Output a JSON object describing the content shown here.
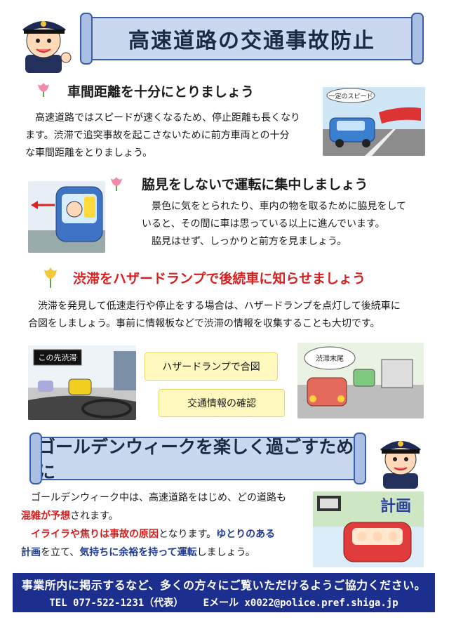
{
  "title": "高速道路の交通事故防止",
  "sections": [
    {
      "heading": "車間距離を十分にとりましょう",
      "lines": [
        "高速道路ではスピードが速くなるため、停止距離も長くなり",
        "ます。渋滞で追突事故を起こさないために前方車両との十分",
        "な車間距離をとりましょう。"
      ],
      "sign_text": "一定のスピード"
    },
    {
      "heading": "脇見をしないで運転に集中しましょう",
      "lines": [
        "景色に気をとられたり、車内の物を取るために脇見をして",
        "いると、その間に車は思っている以上に進んでいます。",
        "脇見はせず、しっかりと前方を見ましょう。"
      ]
    },
    {
      "heading": "渋滞をハザードランプで後続車に知らせましょう",
      "lines": [
        "渋滞を発見して低速走行や停止をする場合は、ハザードランプを点灯して後続車に",
        "合図をしましょう。事前に情報板などで渋滞の情報を収集することも大切です。"
      ],
      "board_text": "この先渋滞",
      "bubble1": "ハザードランプで合図",
      "bubble2": "交通情報の確認",
      "tail_sign": "渋滞末尾"
    }
  ],
  "gw": {
    "title": "ゴールデンウィークを楽しく過ごすために",
    "l1": "ゴールデンウィーク中は、高速道路をはじめ、どの道路も",
    "l2_red": "混雑が予想",
    "l2_rest": "されます。",
    "l3_red": "イライラや焦りは事故の原因",
    "l3_mid": "となります。",
    "l3_blue": "ゆとりのある",
    "l4_blue1": "計画",
    "l4_mid": "を立て、",
    "l4_blue2": "気持ちに余裕を持って運転",
    "l4_rest": "しましょう。",
    "plan_label": "計画"
  },
  "footer": {
    "line1": "事業所内に掲示するなど、多くの方々にご覧いただけるようご協力ください。",
    "tel": "TEL 077-522-1231（代表）",
    "email": "Eメール x0022@police.pref.shiga.jp"
  },
  "colors": {
    "accent_blue": "#1c2f8e",
    "banner_fill": "#c9d7ef",
    "pink_bar": "#f6c1cf",
    "yellow_bar": "#fbef7a",
    "red_text": "#d81e1e"
  },
  "icons": [
    "police-officer-icon",
    "tulip-pink-icon",
    "tulip-yellow-icon",
    "car-icon",
    "truck-icon",
    "sign-board-icon"
  ]
}
